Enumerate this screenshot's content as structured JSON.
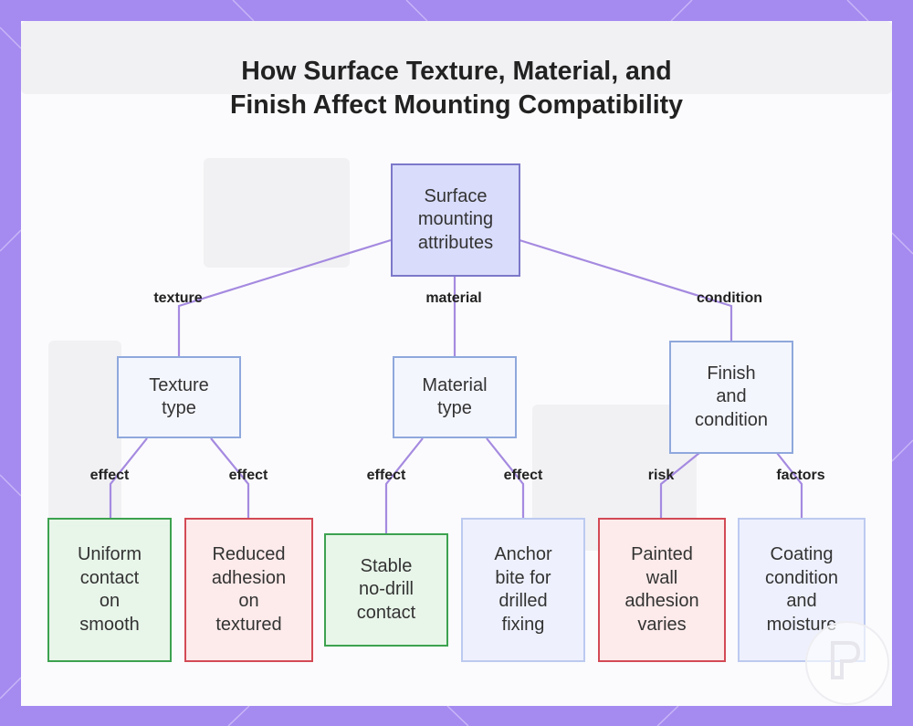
{
  "title": {
    "line1": "How Surface Texture, Material, and",
    "line2": "Finish Affect Mounting Compatibility"
  },
  "nodes": {
    "root": "Surface\nmounting\nattributes",
    "texture_type": "Texture\ntype",
    "material_type": "Material\ntype",
    "finish_condition": "Finish\nand\ncondition",
    "uniform_contact": "Uniform\ncontact\non\nsmooth",
    "reduced_adhesion": "Reduced\nadhesion\non\ntextured",
    "stable_no_drill": "Stable\nno-drill\ncontact",
    "anchor_bite": "Anchor\nbite for\ndrilled\nfixing",
    "painted_wall": "Painted\nwall\nadhesion\nvaries",
    "coating_condition": "Coating\ncondition\nand\nmoisture"
  },
  "edge_labels": {
    "texture": "texture",
    "material": "material",
    "condition": "condition",
    "effect_1": "effect",
    "effect_2": "effect",
    "effect_3": "effect",
    "effect_4": "effect",
    "risk": "risk",
    "factors": "factors"
  },
  "colors": {
    "frame": "#a58af0",
    "link": "#a58ae0",
    "root_fill": "#d9dcfb",
    "positive": "#3ca24f",
    "negative": "#d34a55",
    "neutral": "#bccaf0"
  }
}
